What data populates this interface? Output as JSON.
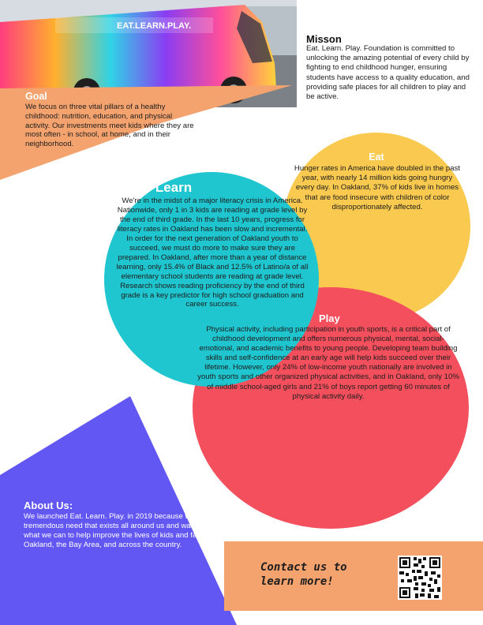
{
  "bus_photo": {
    "bus_lettering": "EAT.LEARN.PLAY."
  },
  "mission": {
    "title": "Misson",
    "text": "Eat. Learn. Play. Foundation is committed to unlocking the amazing potential of every child by fighting to end childhood hunger, ensuring students have access to a quality education, and providing safe places for all children to play and be active."
  },
  "goal": {
    "title": "Goal",
    "text": "We focus on three vital pillars of a healthy childhood: nutrition, education, and physical activity. Our investments meet kids where they are most often - in school, at home, and in their neighborhood."
  },
  "eat": {
    "title": "Eat",
    "text": "Hunger rates in America have doubled in the past year, with nearly 14 million kids going hungry every day. In Oakland, 37% of kids live in homes that are food insecure with children of color disproportionately affected."
  },
  "learn": {
    "title": "Learn",
    "text": "We're in the midst of a major literacy crisis in America. Nationwide, only 1 in 3 kids are reading at grade level by the end of third grade. In the last 10 years, progress for literacy rates in Oakland has been slow and incremental. In order for the next generation of Oakland youth to succeed, we must do more to make sure they are prepared. In Oakland, after more than a year of distance learning, only 15.4% of Black and 12.5% of Latino/a of all elementary school students are reading at grade level. Research shows reading proficiency by the end of third grade is a key predictor for high school graduation and career success."
  },
  "play": {
    "title": "Play",
    "text": "Physical activity, including participation in youth sports, is a critical part of childhood development and offers numerous physical, mental, social-emotional, and academic benefits to young people. Developing team building skills and self-confidence at an early age will help kids succeed over their lifetime. However, only 24% of low-income youth nationally are involved in youth sports and other organized physical activities, and in Oakland, only 10% of middle school-aged girls and 21% of boys report getting 60 minutes of physical activity daily."
  },
  "about": {
    "title": "About Us:",
    "text": "We launched Eat. Learn. Play. in 2019 because we see the tremendous need that exists all around us and want to do what we can to help improve the lives of kids and families in Oakland, the Bay Area, and across the country."
  },
  "contact": {
    "text": "Contact us to learn more!"
  },
  "colors": {
    "orange": "#f5a36e",
    "yellow": "#f9ca4f",
    "teal": "#20c6cf",
    "red": "#f34f5c",
    "purple": "#6257f3"
  }
}
